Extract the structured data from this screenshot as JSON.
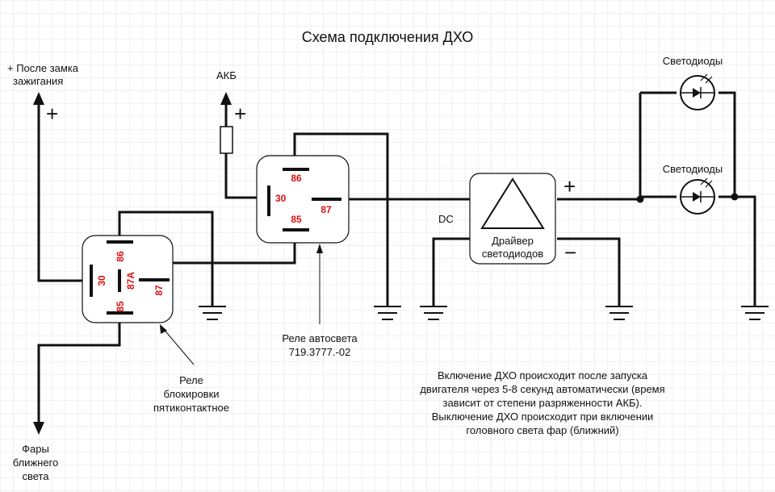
{
  "title": "Схема подключения ДХО",
  "labels": {
    "ignition": [
      "+ После замка",
      "зажигания"
    ],
    "battery": "АКБ",
    "dc": "DC",
    "leds_top": "Светодиоды",
    "leds_bottom": "Светодиоды",
    "driver": [
      "Драйвер",
      "светодиодов"
    ],
    "relay_auto": [
      "Реле автосвета",
      "719.3777.-02"
    ],
    "relay_block": [
      "Реле",
      "блокировки",
      "пятиконтактное"
    ],
    "low_beam": [
      "Фары",
      "ближнего",
      "света"
    ]
  },
  "signs": {
    "plus": "+",
    "minus": "−"
  },
  "pins": {
    "relay_auto": [
      "86",
      "30",
      "85",
      "87"
    ],
    "relay_block": [
      "86",
      "30",
      "87A",
      "87",
      "85"
    ]
  },
  "note": [
    "Включение ДХО происходит после запуска",
    "двигателя через 5-8 секунд автоматически (время",
    "зависит от степени разряженности АКБ).",
    "Выключение ДХО происходит при включении",
    "головного света фар (ближний)"
  ],
  "colors": {
    "wire": "#111111",
    "pin_label": "#dd1111",
    "grid": "#e6e6e6"
  }
}
